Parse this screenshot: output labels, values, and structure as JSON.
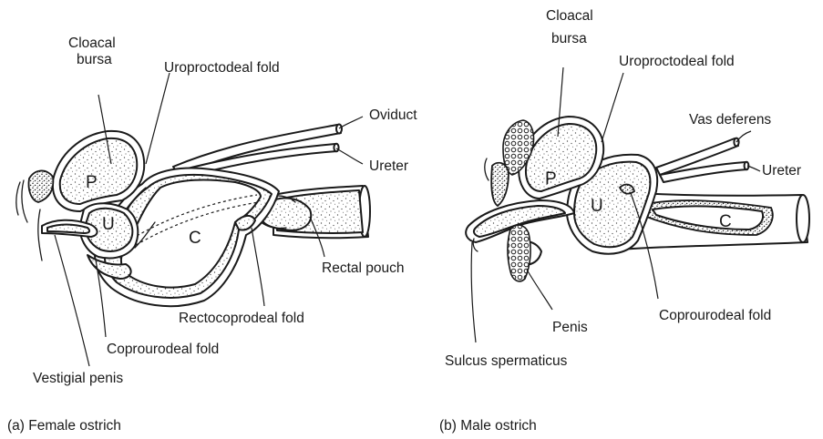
{
  "female": {
    "labels": {
      "cloacal_bursa_1": "Cloacal",
      "cloacal_bursa_2": "bursa",
      "uroproctodeal_fold": "Uroproctodeal fold",
      "oviduct": "Oviduct",
      "ureter": "Ureter",
      "rectal_pouch": "Rectal pouch",
      "rectocoprodeal_fold": "Rectocoprodeal fold",
      "coprourodeal_fold": "Coprourodeal fold",
      "vestigial_penis": "Vestigial penis"
    },
    "regions": {
      "p": "P",
      "u": "U",
      "c": "C"
    },
    "caption": "(a) Female ostrich"
  },
  "male": {
    "labels": {
      "cloacal_bursa_1": "Cloacal",
      "cloacal_bursa_2": "bursa",
      "uroproctodeal_fold": "Uroproctodeal fold",
      "vas_deferens": "Vas deferens",
      "ureter": "Ureter",
      "coprourodeal_fold": "Coprourodeal fold",
      "penis": "Penis",
      "sulcus_spermaticus": "Sulcus spermaticus"
    },
    "regions": {
      "p": "P",
      "u": "U",
      "c": "C"
    },
    "caption": "(b) Male ostrich"
  }
}
